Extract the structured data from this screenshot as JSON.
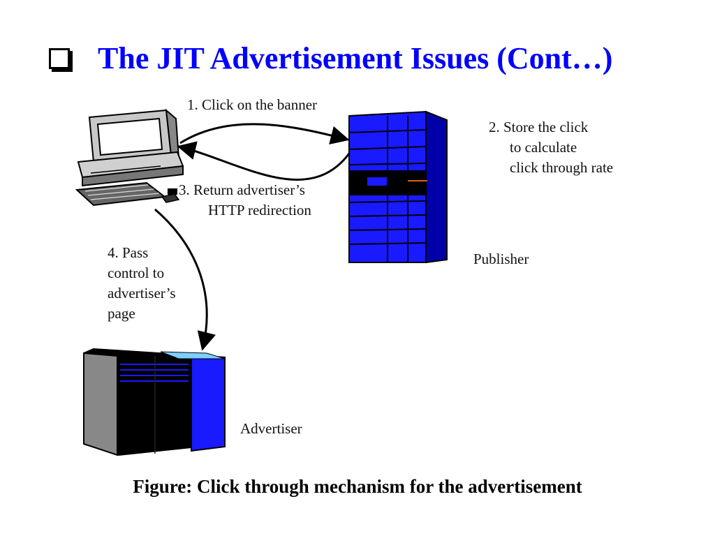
{
  "slide": {
    "title": "The JIT Advertisement Issues (Cont…)",
    "caption": "Figure: Click through mechanism for the advertisement"
  },
  "diagram": {
    "step1": "1. Click on the banner",
    "step2": [
      "2. Store the click",
      "to calculate",
      "click through rate"
    ],
    "step3": [
      "3. Return advertiser’s",
      "HTTP redirection"
    ],
    "step4": [
      "4. Pass",
      "control to",
      "advertiser’s",
      "page"
    ],
    "publisher_label": "Publisher",
    "advertiser_label": "Advertiser"
  },
  "colors": {
    "title": "#0000ff",
    "server_blue": "#1a1aff",
    "server_dark": "#0000aa"
  },
  "icons": {
    "title_bullet": "square-bullet-icon",
    "client": "desktop-computer-icon",
    "publisher": "publisher-server-icon",
    "advertiser": "advertiser-server-icon"
  }
}
